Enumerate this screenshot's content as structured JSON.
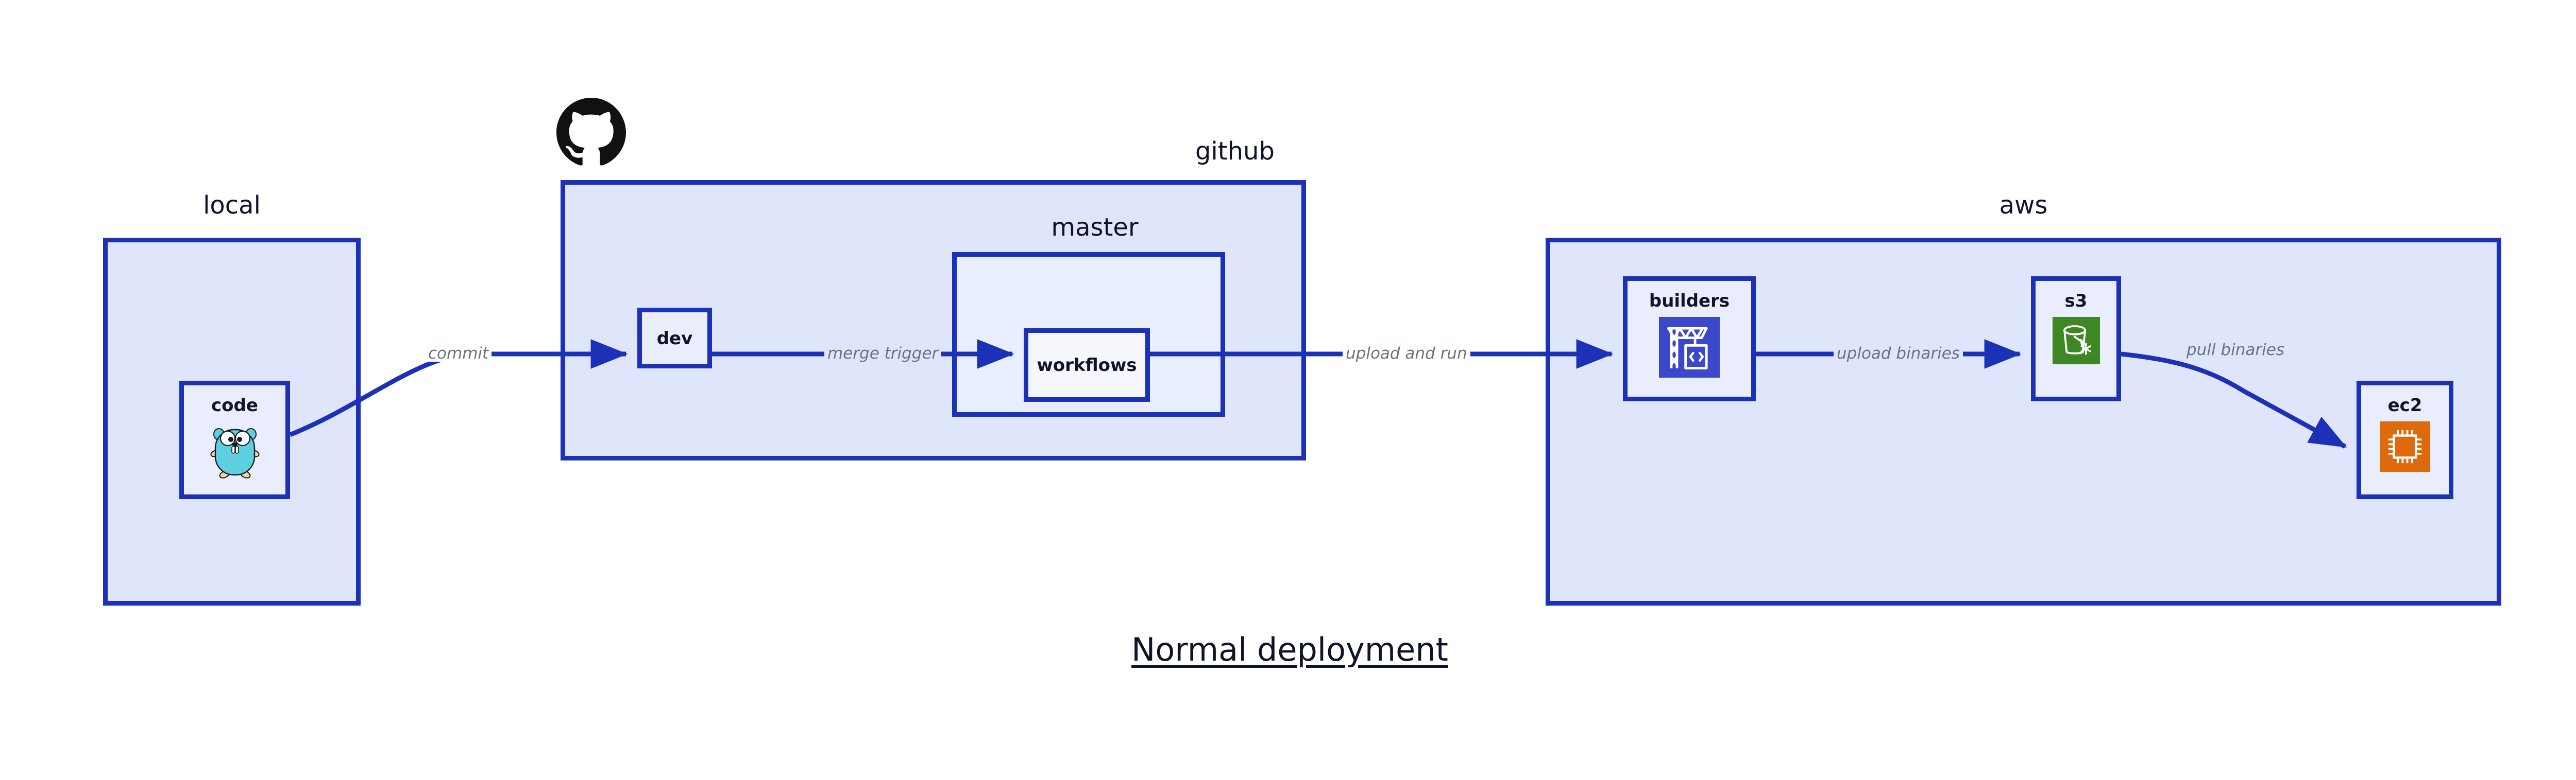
{
  "title": "Normal deployment",
  "containers": {
    "local": {
      "label": "local"
    },
    "github": {
      "label": "github"
    },
    "master": {
      "label": "master"
    },
    "aws": {
      "label": "aws"
    }
  },
  "nodes": {
    "code": {
      "label": "code",
      "icon": "go-gopher-icon"
    },
    "dev": {
      "label": "dev",
      "icon": "none"
    },
    "workflows": {
      "label": "workflows",
      "icon": "none"
    },
    "builders": {
      "label": "builders",
      "icon": "aws-codebuild-icon"
    },
    "s3": {
      "label": "s3",
      "icon": "aws-s3-bucket-icon"
    },
    "ec2": {
      "label": "ec2",
      "icon": "aws-ec2-chip-icon"
    }
  },
  "edges": [
    {
      "id": "commit",
      "label": "commit",
      "from": "code",
      "to": "dev"
    },
    {
      "id": "merge-trigger",
      "label": "merge trigger",
      "from": "dev",
      "to": "workflows"
    },
    {
      "id": "upload-and-run",
      "label": "upload and run",
      "from": "workflows",
      "to": "builders"
    },
    {
      "id": "upload-binaries",
      "label": "upload binaries",
      "from": "builders",
      "to": "s3"
    },
    {
      "id": "pull-binaries",
      "label": "pull binaries",
      "from": "s3",
      "to": "ec2"
    }
  ],
  "icons": {
    "github_mark": "github-octocat-icon"
  },
  "colors": {
    "stroke_blue": "#1a31b8",
    "panel_fill": "#dfe5fa",
    "subpanel_fill": "#e9eefc",
    "node_fill": "#eaeefc",
    "text_dark": "#10142b",
    "edge_label_gray": "#6b7280",
    "codebuild_blue": "#3b48cc",
    "s3_green": "#3f8624",
    "ec2_orange": "#dd6b0d",
    "gopher_teal": "#5dcfe0",
    "gopher_cream": "#f6d3a4",
    "background": "#ffffff"
  }
}
